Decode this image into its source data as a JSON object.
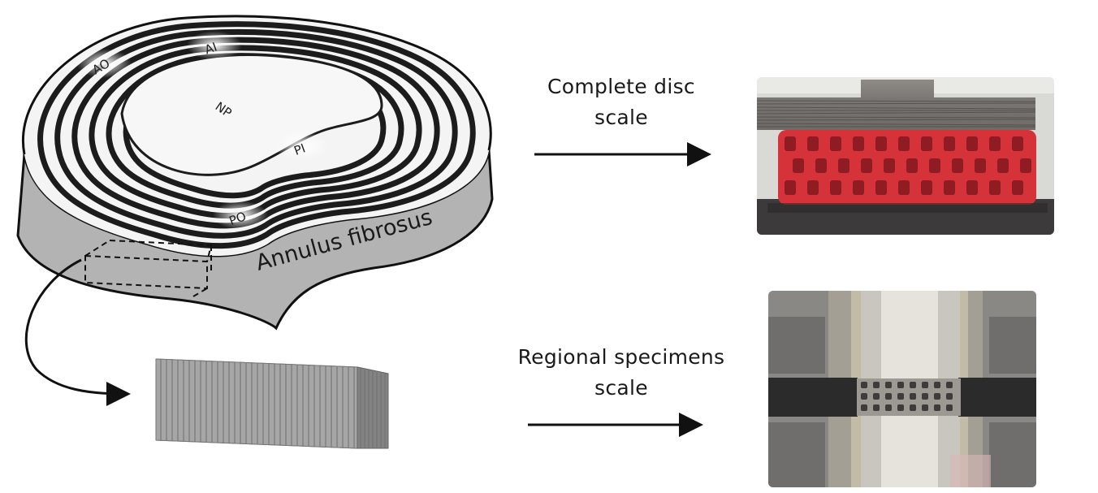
{
  "disc": {
    "region_labels": {
      "nucleus": "NP",
      "anterior_outer": "AO",
      "anterior_inner": "AI",
      "posterior_inner": "PI",
      "posterior_outer": "PO"
    },
    "annulus_label": "Annulus fibrosus"
  },
  "captions": {
    "complete_line1": "Complete disc",
    "complete_line2": "scale",
    "regional_line1": "Regional specimens",
    "regional_line2": "scale"
  },
  "colors": {
    "disc_side": "#b3b3b3",
    "ring_dark": "#1c1c1c",
    "ring_light": "#f4f4f4",
    "printed_disc_red": "#d6323a",
    "specimen_block": "#9a9a9a"
  }
}
